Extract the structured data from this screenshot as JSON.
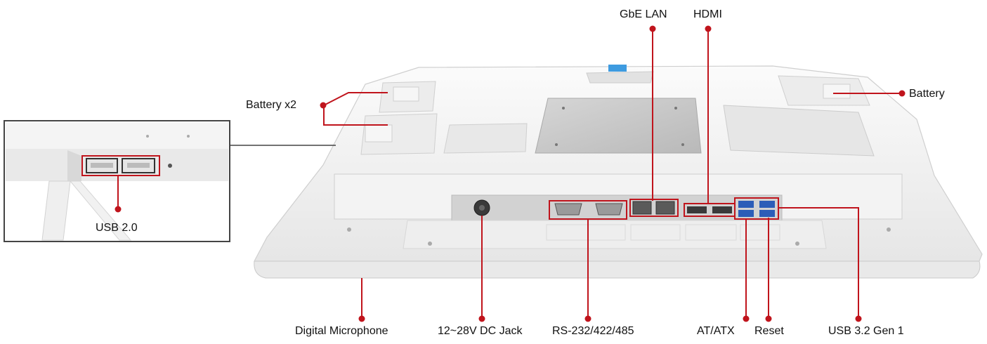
{
  "colors": {
    "accent": "#c0141c",
    "device_body": "#f1f1f1",
    "device_edge": "#cfcfcf",
    "io_panel": "#d4d4d4",
    "vesa_plate": "#c4c4c4",
    "inset_border": "#444444"
  },
  "callouts": {
    "gbe_lan": "GbE LAN",
    "hdmi": "HDMI",
    "battery_x2": "Battery x2",
    "battery": "Battery",
    "usb_2_0": "USB 2.0",
    "digital_microphone": "Digital Microphone",
    "dc_jack": "12~28V DC Jack",
    "serial": "RS-232/422/485",
    "at_atx": "AT/ATX",
    "reset": "Reset",
    "usb_3_2": "USB 3.2 Gen 1"
  }
}
